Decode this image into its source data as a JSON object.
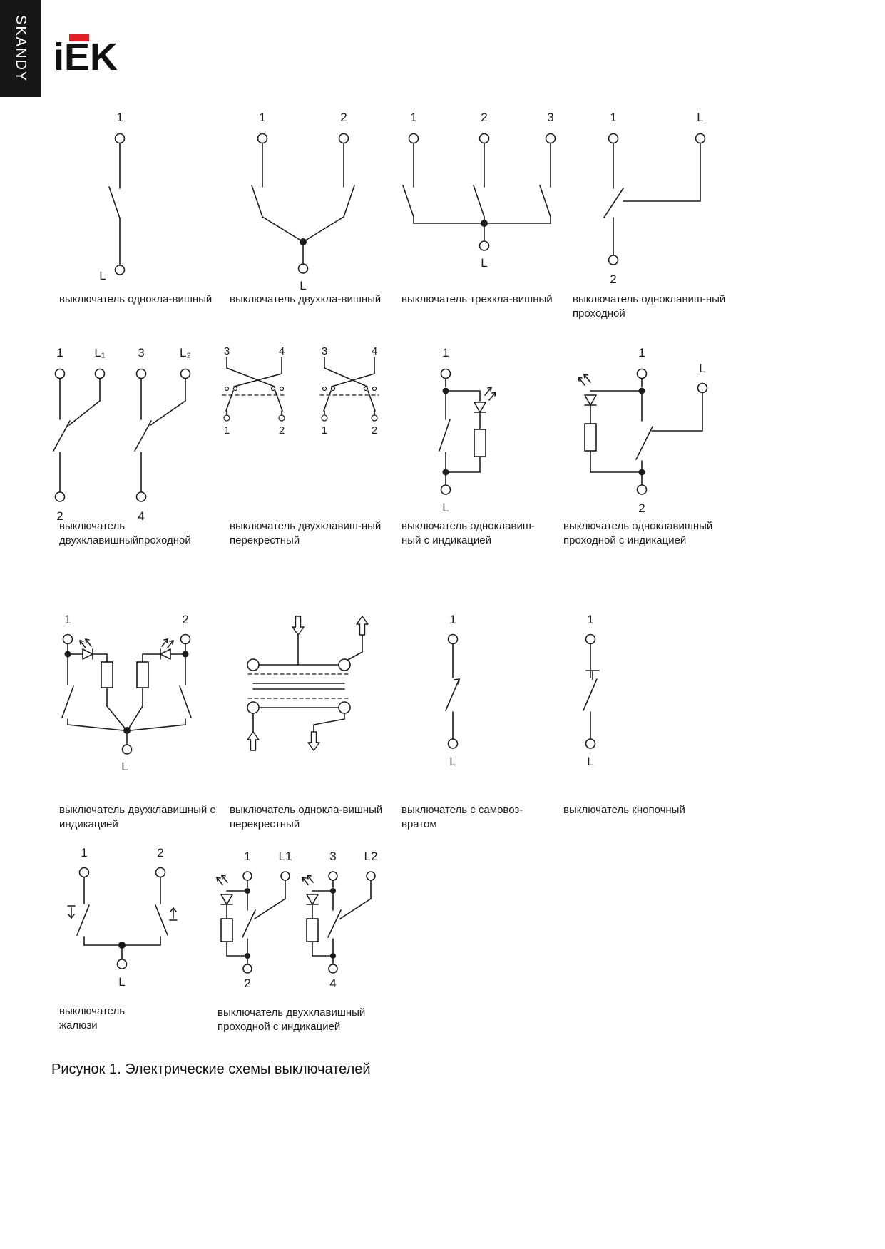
{
  "brand": {
    "sidebar": "SKANDY",
    "logo": "iEK"
  },
  "figure_caption": "Рисунок 1. Электрические схемы выключателей",
  "diagrams": {
    "d0": {
      "t1": "1",
      "b1": "L",
      "caption": "выключатель однокла-вишный"
    },
    "d1": {
      "t1": "1",
      "t2": "2",
      "b1": "L",
      "caption": "выключатель двухкла-вишный"
    },
    "d2": {
      "t1": "1",
      "t2": "2",
      "t3": "3",
      "b1": "L",
      "caption": "выключатель трехкла-вишный"
    },
    "d3": {
      "t1": "1",
      "t2": "L",
      "b1": "2",
      "caption": "выключатель одноклавиш-ный\nпроходной"
    },
    "d4": {
      "t1": "1",
      "t2": "L₁",
      "t3": "3",
      "t4": "L₂",
      "b1": "2",
      "b2": "4",
      "caption": "выключатель\nдвухклавишныйпроходной"
    },
    "d5": {
      "a_t1": "3",
      "a_t2": "4",
      "a_b1": "1",
      "a_b2": "2",
      "b_t1": "3",
      "b_t2": "4",
      "b_b1": "1",
      "b_b2": "2",
      "caption": "выключатель двухклавиш-ный\nперекрестный"
    },
    "d6": {
      "t1": "1",
      "b1": "L",
      "caption": "выключатель одноклавиш-\nный с индикацией"
    },
    "d7": {
      "t1": "1",
      "t2": "L",
      "b1": "2",
      "caption": "выключатель одноклавишный\nпроходной с индикацией"
    },
    "d8": {
      "t1": "1",
      "t2": "2",
      "b1": "L",
      "caption": "выключатель двухклавишный с\nиндикацией"
    },
    "d9": {
      "caption": "выключатель однокла-вишный\nперекрестный"
    },
    "d10": {
      "t1": "1",
      "b1": "L",
      "caption": "выключатель с самовоз-\nвратом"
    },
    "d11": {
      "t1": "1",
      "b1": "L",
      "caption": "выключатель кнопочный"
    },
    "d12": {
      "t1": "1",
      "t2": "2",
      "b1": "L",
      "caption": "выключатель\nжалюзи"
    },
    "d13": {
      "t1": "1",
      "t2": "L1",
      "t3": "3",
      "t4": "L2",
      "b1": "2",
      "b2": "4",
      "caption": "выключатель двухклавишный\nпроходной с индикацией"
    }
  }
}
